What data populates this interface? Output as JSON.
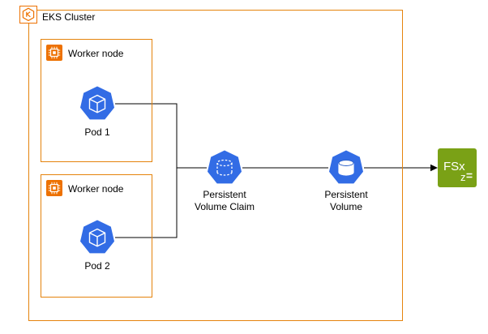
{
  "diagram": {
    "type": "architecture",
    "cluster": {
      "label": "EKS Cluster",
      "icon": "eks-icon",
      "border_color": "#E5830C"
    },
    "worker_nodes": [
      {
        "label": "Worker node",
        "icon": "cpu-chip-icon",
        "pod": {
          "label": "Pod 1",
          "icon": "kubernetes-pod-icon"
        }
      },
      {
        "label": "Worker node",
        "icon": "cpu-chip-icon",
        "pod": {
          "label": "Pod 2",
          "icon": "kubernetes-pod-icon"
        }
      }
    ],
    "pvc": {
      "label": "Persistent Volume Claim",
      "icon": "persistent-volume-claim-icon"
    },
    "pv": {
      "label": "Persistent Volume",
      "icon": "persistent-volume-icon"
    },
    "fsx": {
      "label": "FSx",
      "sub_label": "z",
      "icon": "fsx-openzfs-icon",
      "color": "#7AA116"
    },
    "colors": {
      "orange": "#ED7100",
      "box_border_orange": "#E5830C",
      "kubernetes_blue": "#326CE5",
      "fsx_green": "#7AA116",
      "line": "#000000"
    },
    "connections": [
      {
        "from": "Pod 1",
        "to": "Persistent Volume Claim",
        "arrow": false
      },
      {
        "from": "Pod 2",
        "to": "Persistent Volume Claim",
        "arrow": false
      },
      {
        "from": "Persistent Volume Claim",
        "to": "Persistent Volume",
        "arrow": false
      },
      {
        "from": "Persistent Volume",
        "to": "FSx",
        "arrow": true
      }
    ]
  }
}
